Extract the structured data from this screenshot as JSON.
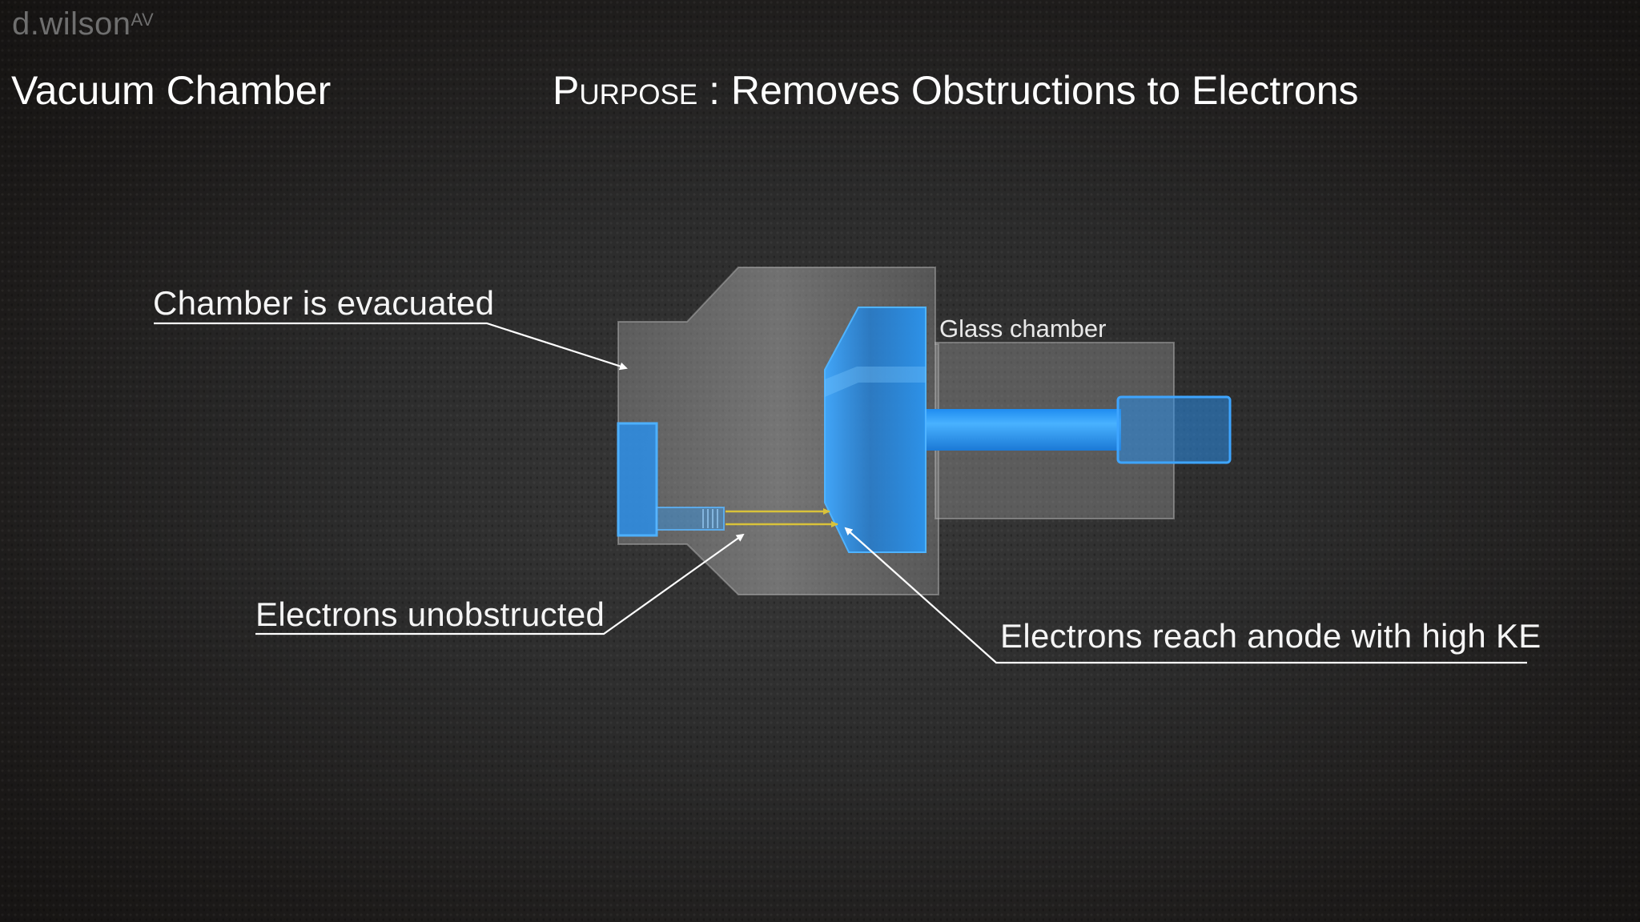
{
  "watermark": {
    "text": "d.wilson",
    "superscript": "AV"
  },
  "slide": {
    "title": "Vacuum Chamber",
    "purpose_label": "Purpose",
    "purpose_separator": " : ",
    "purpose_text": "Removes Obstructions to Electrons"
  },
  "diagram": {
    "component_label": "Glass chamber",
    "annotations": {
      "evacuated": "Chamber is evacuated",
      "unobstructed": "Electrons unobstructed",
      "anode": "Electrons reach anode with high KE"
    }
  },
  "colors": {
    "glass": "#8c8c8c",
    "component_blue": "#2a8fe8",
    "electron_beam": "#d9c23a",
    "leader_line": "#ffffff",
    "background": "#2c2c2c"
  }
}
